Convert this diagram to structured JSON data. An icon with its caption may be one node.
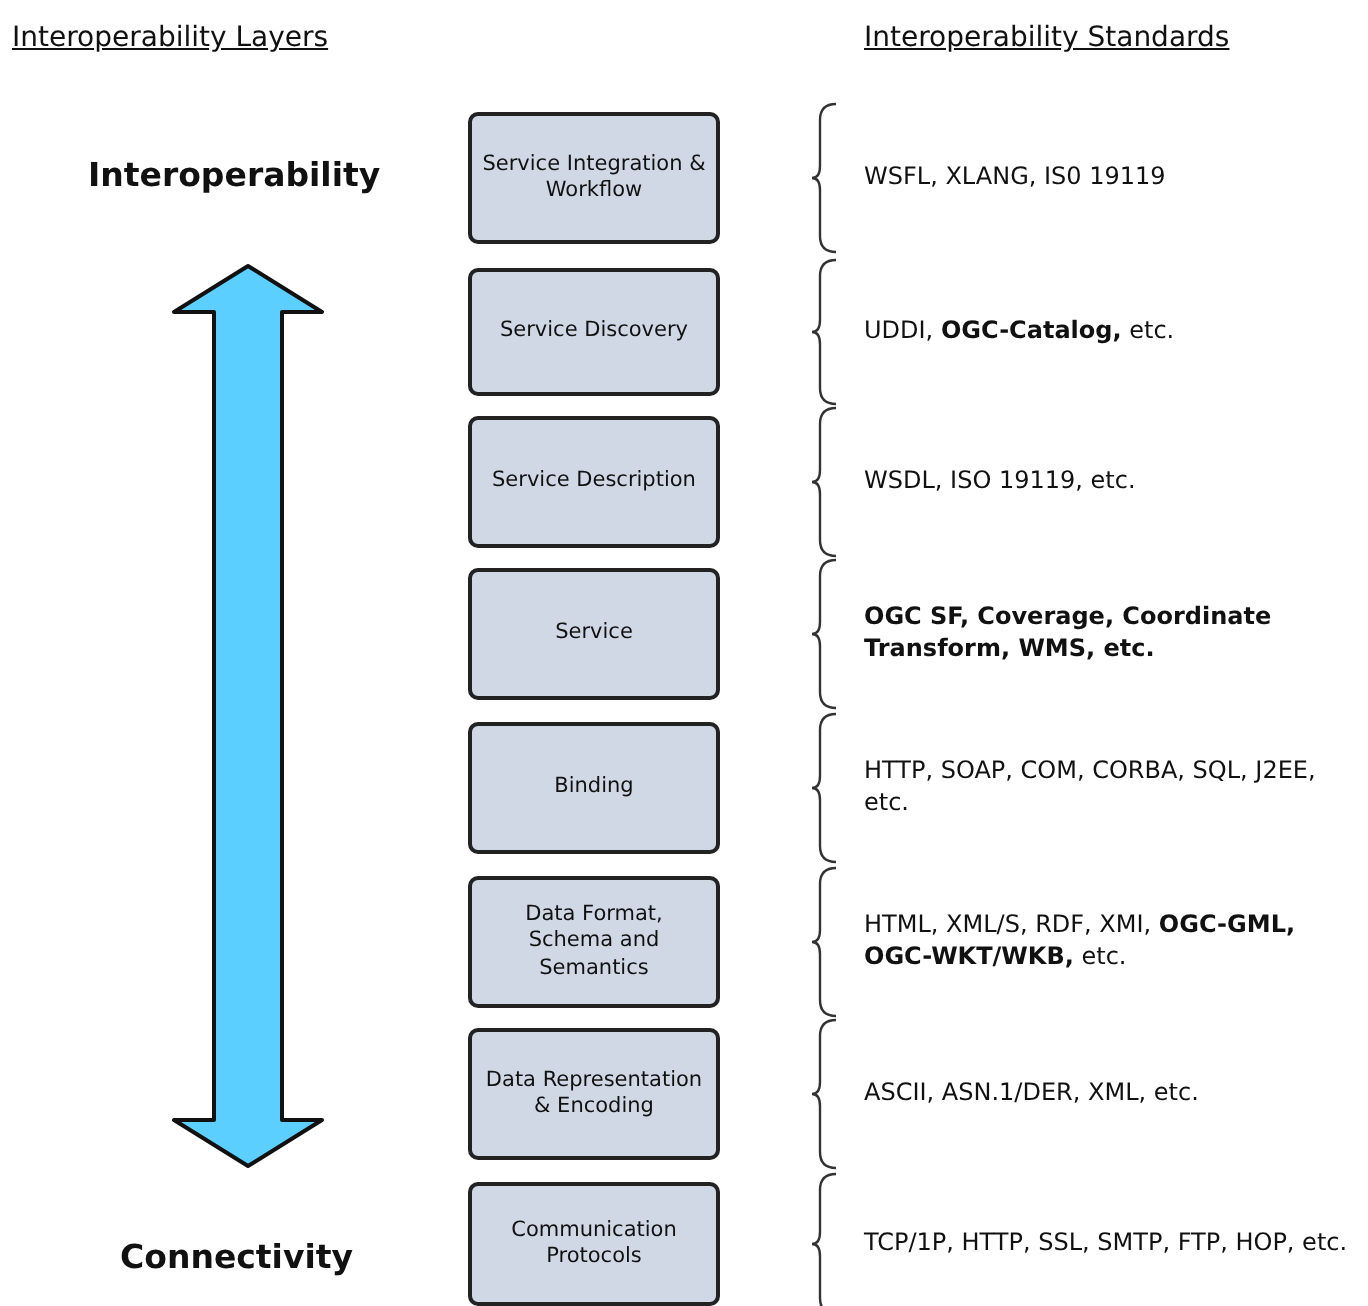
{
  "diagram": {
    "nodes": [
      {
        "text": [
          "Service Integration & Workflow"
        ]
      },
      {
        "text": [
          "Service Discovery"
        ]
      },
      {
        "text": [
          "Service Description"
        ]
      },
      {
        "text": [
          "Service"
        ]
      },
      {
        "text": [
          "Binding"
        ]
      },
      {
        "text": [
          "Data Format, Schema and Semantics"
        ]
      },
      {
        "text": [
          "Data Representation & Encoding"
        ]
      },
      {
        "text": [
          "Communication Protocols"
        ]
      }
    ],
    "labels": [
      "Interoperability Layers",
      "Interoperability Standards",
      "Interoperability",
      "WSFL, XLANG, IS0 19119",
      "UDDI, **OGC-Catalog,** etc.",
      "WSDL, ISO 19119, etc.",
      "OGC SF, Coverage, Coordinate Transform, WMS, etc.",
      "HTTP, SOAP, COM, CORBA, SQL, J2EE, etc.",
      "HTML, XML/S, RDF, XMI, **OGC-GML, OGC-WKT/WKB,** etc.",
      "ASCII, ASN.1/DER, XML, etc.",
      "Connectivity",
      "TCP/1P, HTTP, SSL, SMTP, FTP, HOP, etc."
    ]
  }
}
